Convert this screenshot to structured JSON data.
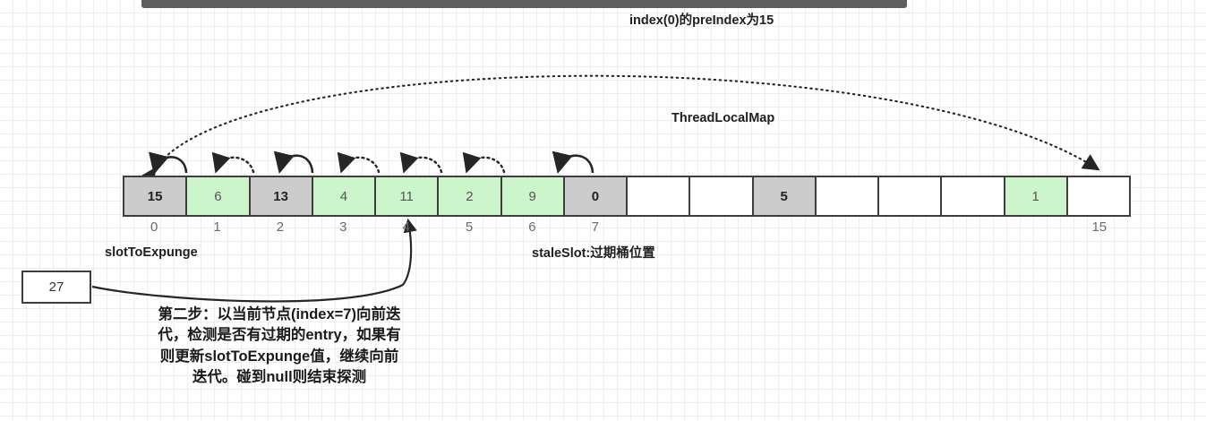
{
  "diagram": {
    "title_annotation": "index(0)的preIndex为15",
    "structure_label": "ThreadLocalMap",
    "slot_to_expunge_label": "slotToExpunge",
    "stale_slot_label": "staleSlot:过期桶位置",
    "callout_value": "27",
    "description_lines": [
      "第二步：以当前节点(index=7)向前迭",
      "代，检测是否有过期的entry，如果有",
      "则更新slotToExpunge值，继续向前",
      "迭代。碰到null则结束探测"
    ]
  },
  "array": {
    "cells": [
      {
        "value": "15",
        "state": "gray",
        "index_label": "0"
      },
      {
        "value": "6",
        "state": "green",
        "index_label": "1"
      },
      {
        "value": "13",
        "state": "gray",
        "index_label": "2"
      },
      {
        "value": "4",
        "state": "green",
        "index_label": "3"
      },
      {
        "value": "11",
        "state": "green",
        "index_label": "4"
      },
      {
        "value": "2",
        "state": "green",
        "index_label": "5"
      },
      {
        "value": "9",
        "state": "green",
        "index_label": "6"
      },
      {
        "value": "0",
        "state": "gray",
        "index_label": "7"
      },
      {
        "value": "",
        "state": "white",
        "index_label": ""
      },
      {
        "value": "",
        "state": "white",
        "index_label": ""
      },
      {
        "value": "5",
        "state": "gray",
        "index_label": ""
      },
      {
        "value": "",
        "state": "white",
        "index_label": ""
      },
      {
        "value": "",
        "state": "white",
        "index_label": ""
      },
      {
        "value": "",
        "state": "white",
        "index_label": ""
      },
      {
        "value": "1",
        "state": "green",
        "index_label": ""
      },
      {
        "value": "",
        "state": "white",
        "index_label": "15"
      }
    ]
  },
  "colors": {
    "stale_cell": "#cccccc",
    "live_cell": "#ccf5cc",
    "empty_cell": "#ffffff",
    "stroke": "#3d3d3d",
    "top_bar": "#5e5e5e"
  }
}
